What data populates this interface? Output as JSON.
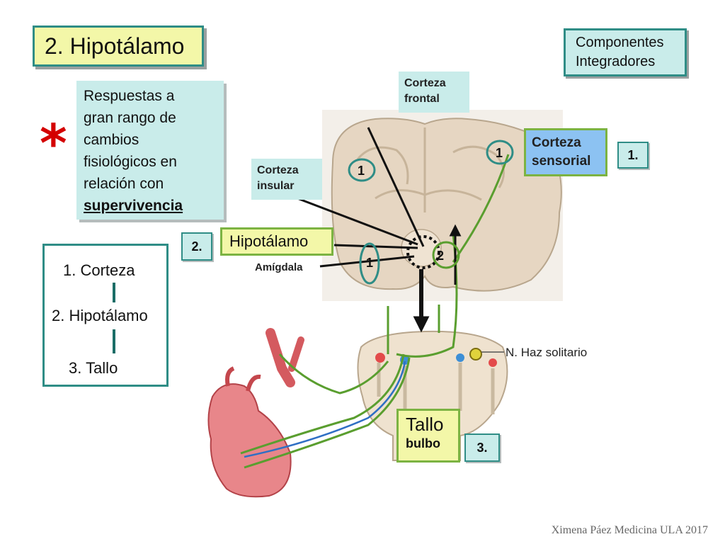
{
  "title": "2. Hipotálamo",
  "components_box": {
    "line1": "Componentes",
    "line2": "Integradores"
  },
  "star_symbol": "*",
  "response_box": {
    "lines": [
      "Respuestas a",
      "gran rango de",
      "cambios",
      "fisiológicos en",
      "relación con"
    ],
    "emphasis": "supervivencia"
  },
  "hierarchy": [
    "1. Corteza",
    "2. Hipotálamo",
    "3. Tallo"
  ],
  "labels": {
    "corteza_frontal": {
      "line1": "Corteza",
      "line2": "frontal"
    },
    "corteza_insular": {
      "line1": "Corteza",
      "line2": "insular"
    },
    "corteza_sensorial": {
      "line1": "Corteza",
      "line2": "sensorial"
    },
    "hipotalamo": "Hipotálamo",
    "amigdala": "Amígdala",
    "haz_solitario": "N. Haz solitario",
    "tallo": "Tallo",
    "bulbo": "bulbo"
  },
  "number_tags": {
    "tag1": "1.",
    "tag2": "2.",
    "tag3": "3."
  },
  "circle_marks": {
    "left_upper": "1",
    "right_upper": "1",
    "left_lower": "1",
    "center": "2"
  },
  "credit": "Ximena Páez Medicina ULA 2017",
  "colors": {
    "teal_border": "#2f8d86",
    "yellow_fill": "#f3f7a8",
    "cyan_fill": "#c9ecea",
    "blue_fill": "#8cc2f2",
    "green_path": "#5a9e2f",
    "star_red": "#d40000"
  }
}
